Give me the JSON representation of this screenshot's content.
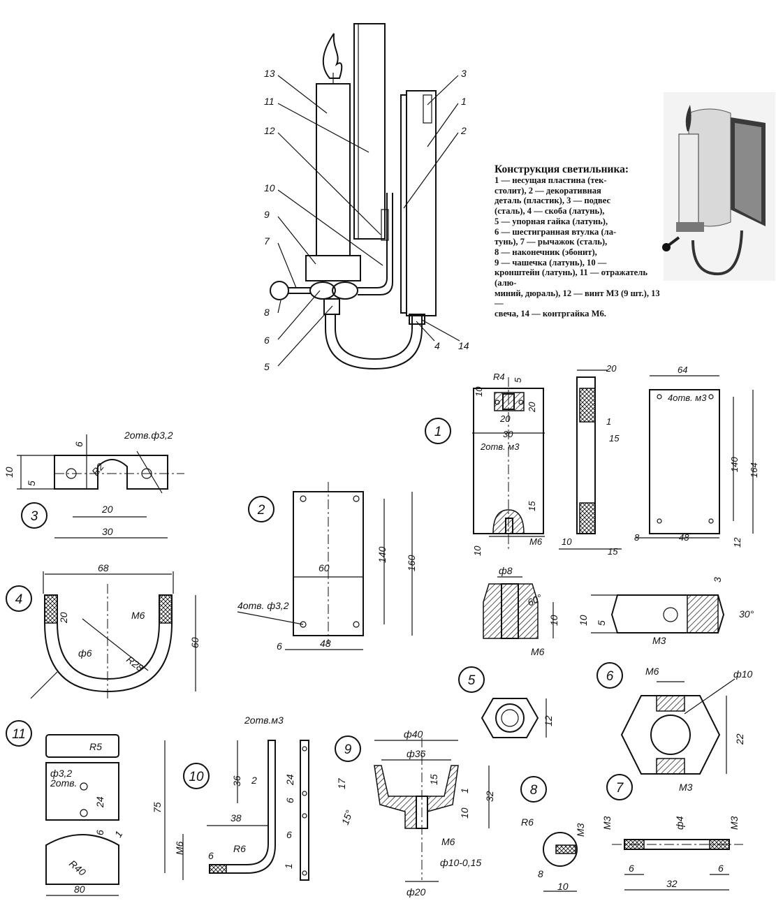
{
  "caption": {
    "title": "Конструкция светильника:",
    "lines": [
      "1 — несущая пластина (тек-",
      "столит), 2 — декоративная",
      "деталь (пластик), 3 — подвес",
      "(сталь), 4 — скоба (латунь),",
      "5 — упорная гайка (латунь),",
      "6 — шестигранная втулка (ла-",
      "тунь), 7 — рычажок (сталь),",
      "8 — наконечник (эбонит),",
      "9 — чашечка (латунь), 10 —",
      "кронштейн (латунь), 11 — отражатель (алю-",
      "миний, дюраль), 12 — винт М3 (9 шт.), 13 —",
      "свеча, 14 — контргайка М6."
    ]
  },
  "assembly_callouts": [
    "13",
    "11",
    "12",
    "10",
    "9",
    "7",
    "8",
    "6",
    "5",
    "3",
    "1",
    "2",
    "4",
    "14"
  ],
  "detail_numbers": [
    "1",
    "2",
    "3",
    "4",
    "5",
    "6",
    "7",
    "8",
    "9",
    "10",
    "11"
  ],
  "part1": {
    "dims": [
      "10",
      "R4",
      "5",
      "20",
      "20",
      "30",
      "2отв. м3",
      "15",
      "10",
      "М6",
      "20",
      "1",
      "15",
      "10",
      "15",
      "64",
      "4отв. м3",
      "140",
      "164",
      "8",
      "48",
      "12"
    ]
  },
  "part2": {
    "dims": [
      "60",
      "140",
      "160",
      "4отв. ф3,2",
      "6",
      "48"
    ]
  },
  "part3": {
    "dims": [
      "2отв.ф3,2",
      "6",
      "10",
      "5",
      "R2",
      "20",
      "30"
    ]
  },
  "part4": {
    "dims": [
      "68",
      "20",
      "М6",
      "ф6",
      "R28",
      "60"
    ]
  },
  "part5": {
    "dims": [
      "ф8",
      "60°",
      "10",
      "М6",
      "12"
    ]
  },
  "part6": {
    "dims": [
      "3",
      "10",
      "5",
      "30°",
      "М3",
      "М6",
      "ф10",
      "22",
      "М3"
    ]
  },
  "part8": {
    "dims": [
      "R6",
      "М3",
      "8",
      "10"
    ]
  },
  "part7": {
    "dims": [
      "М3",
      "ф4",
      "М3",
      "6",
      "6",
      "32"
    ]
  },
  "part9": {
    "dims": [
      "ф40",
      "ф36",
      "17",
      "15",
      "1",
      "32",
      "15°",
      "10",
      "М6",
      "ф10-0,15",
      "ф20"
    ]
  },
  "part10": {
    "dims": [
      "2отв.м3",
      "36",
      "24",
      "2",
      "6",
      "75",
      "38",
      "6",
      "М6",
      "6",
      "R6",
      "1"
    ]
  },
  "part11": {
    "dims": [
      "R5",
      "ф3,2",
      "2отв.",
      "24",
      "6",
      "1",
      "R40",
      "80"
    ]
  }
}
